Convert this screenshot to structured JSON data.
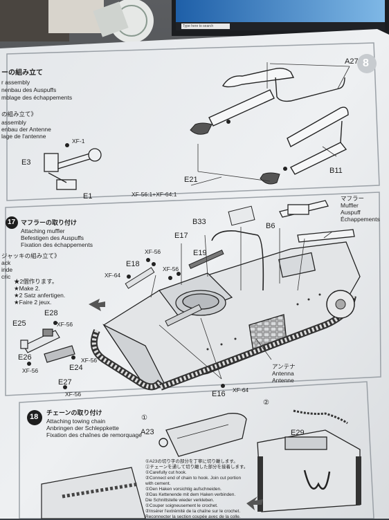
{
  "photo": {
    "subject": "photo-of-model-kit-instruction-sheet"
  },
  "monitor": {
    "taskbar_text": "Type here to search"
  },
  "step_top": {
    "jp_title": "ーの組み立て",
    "en_title": "r assembly",
    "de_title": "nenbau des Auspuffs",
    "fr_title": "mblage des échappements",
    "jp_sub": "の組み立て》",
    "en_sub": "assembly",
    "de_sub": "enbau der Antenne",
    "fr_sub": "lage de l'antenne",
    "step_number": "8",
    "labels": {
      "a27": "A27",
      "b11": "B11",
      "e21": "E21",
      "xf_paint": "XF-56:1+XF-64:1",
      "xf1": "XF-1",
      "e3": "E3",
      "e1": "E1"
    }
  },
  "step_17": {
    "number": "17",
    "jp_title": "マフラーの取り付け",
    "en_title": "Attaching muffler",
    "de_title": "Befestigen des Auspuffs",
    "fr_title": "Fixation des échappements",
    "jack_jp": "ジャッキの組み立て》",
    "jack_en": "ack",
    "jack_de": "inde",
    "jack_fr": "cric",
    "make2_jp": "★2個作ります。",
    "make2_en": "★Make 2.",
    "make2_de": "★2 Satz anfertigen.",
    "make2_fr": "★Faire 2 jeux.",
    "muffler_jp": "マフラー",
    "muffler_en": "Muffler",
    "muffler_de": "Auspuff",
    "muffler_fr": "Échappements",
    "antenna_jp": "アンテナ",
    "antenna_en": "Antenna",
    "antenna_de": "Antenne",
    "labels": {
      "b33": "B33",
      "b6": "B6",
      "e17": "E17",
      "e19": "E19",
      "e18": "E18",
      "xf56_a": "XF-56",
      "xf64_a": "XF-64",
      "xf56_b": "XF-56",
      "e28": "E28",
      "e25": "E25",
      "xf56_c": "XF-56",
      "e26": "E26",
      "xf56_d": "XF-56",
      "e24": "E24",
      "xf56_e": "XF-56",
      "e27": "E27",
      "xf56_f": "XF-56",
      "e16": "E16",
      "xf64_b": "XF-64"
    }
  },
  "step_18": {
    "number": "18",
    "jp_title": "チェーンの取り付け",
    "en_title": "Attaching towing chain",
    "de_title": "Anbringen der Schleppkette",
    "fr_title": "Fixation des chaînes de remorquage",
    "sub1": "①",
    "sub2": "②",
    "a23": "A23",
    "e29": "E29",
    "instr_lines": [
      "①A23の切り字の部分を丁寧に切り離します。",
      "②チェーンを通して切り離した部分を接着します。",
      "①Carefully cut hook.",
      "②Connect end of chain to hook. Join cut portion",
      "with cement.",
      "①Den Haken vorsichtig aufschneiden.",
      "②Das Kettenende mit dem Haken verbinden.",
      "Die Schnittstelle wieder verkleben.",
      "①Couper soigneusement le crochet.",
      "②Insérer l'extrémité de la chaîne sur le crochet.",
      "Reconnecter la section coupée avec de la colle."
    ]
  },
  "colors": {
    "paper": "#eceef0",
    "ink": "#222222",
    "desk": "#2e3136",
    "screen_blue": "#2a77c9"
  }
}
